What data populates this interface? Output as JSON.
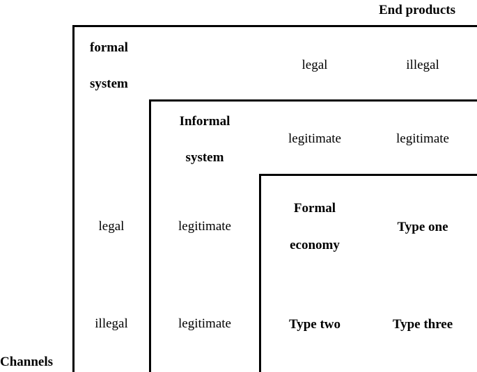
{
  "end_products_label": "End products",
  "channels_label": "Channels",
  "formal_system": {
    "line1": "formal",
    "line2": "system",
    "col_legal": "legal",
    "col_illegal": "illegal"
  },
  "informal_system": {
    "line1": "Informal",
    "line2": "system",
    "col_legal": "legitimate",
    "col_illegal": "legitimate"
  },
  "formal_economy": {
    "line1": "Formal",
    "line2": "economy"
  },
  "rows": [
    {
      "channel": "legal",
      "informal": "legitimate",
      "illegal_product_cell": "Type one"
    },
    {
      "channel": "illegal",
      "informal": "legitimate",
      "legal_product_cell": "Type two",
      "illegal_product_cell": "Type three"
    }
  ]
}
